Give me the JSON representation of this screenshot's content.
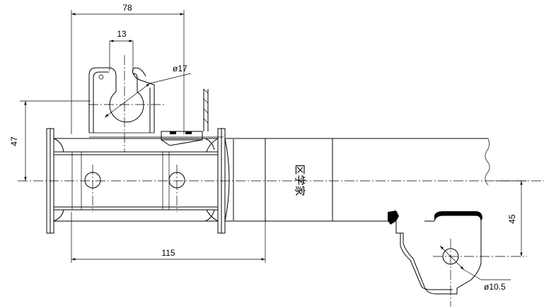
{
  "dimensions": {
    "width_78": "78",
    "slot_13": "13",
    "dia_17": "ø17",
    "height_47": "47",
    "length_115": "115",
    "offset_45": "45",
    "dia_10_5": "ø10.5"
  },
  "part_marking": "区学家"
}
